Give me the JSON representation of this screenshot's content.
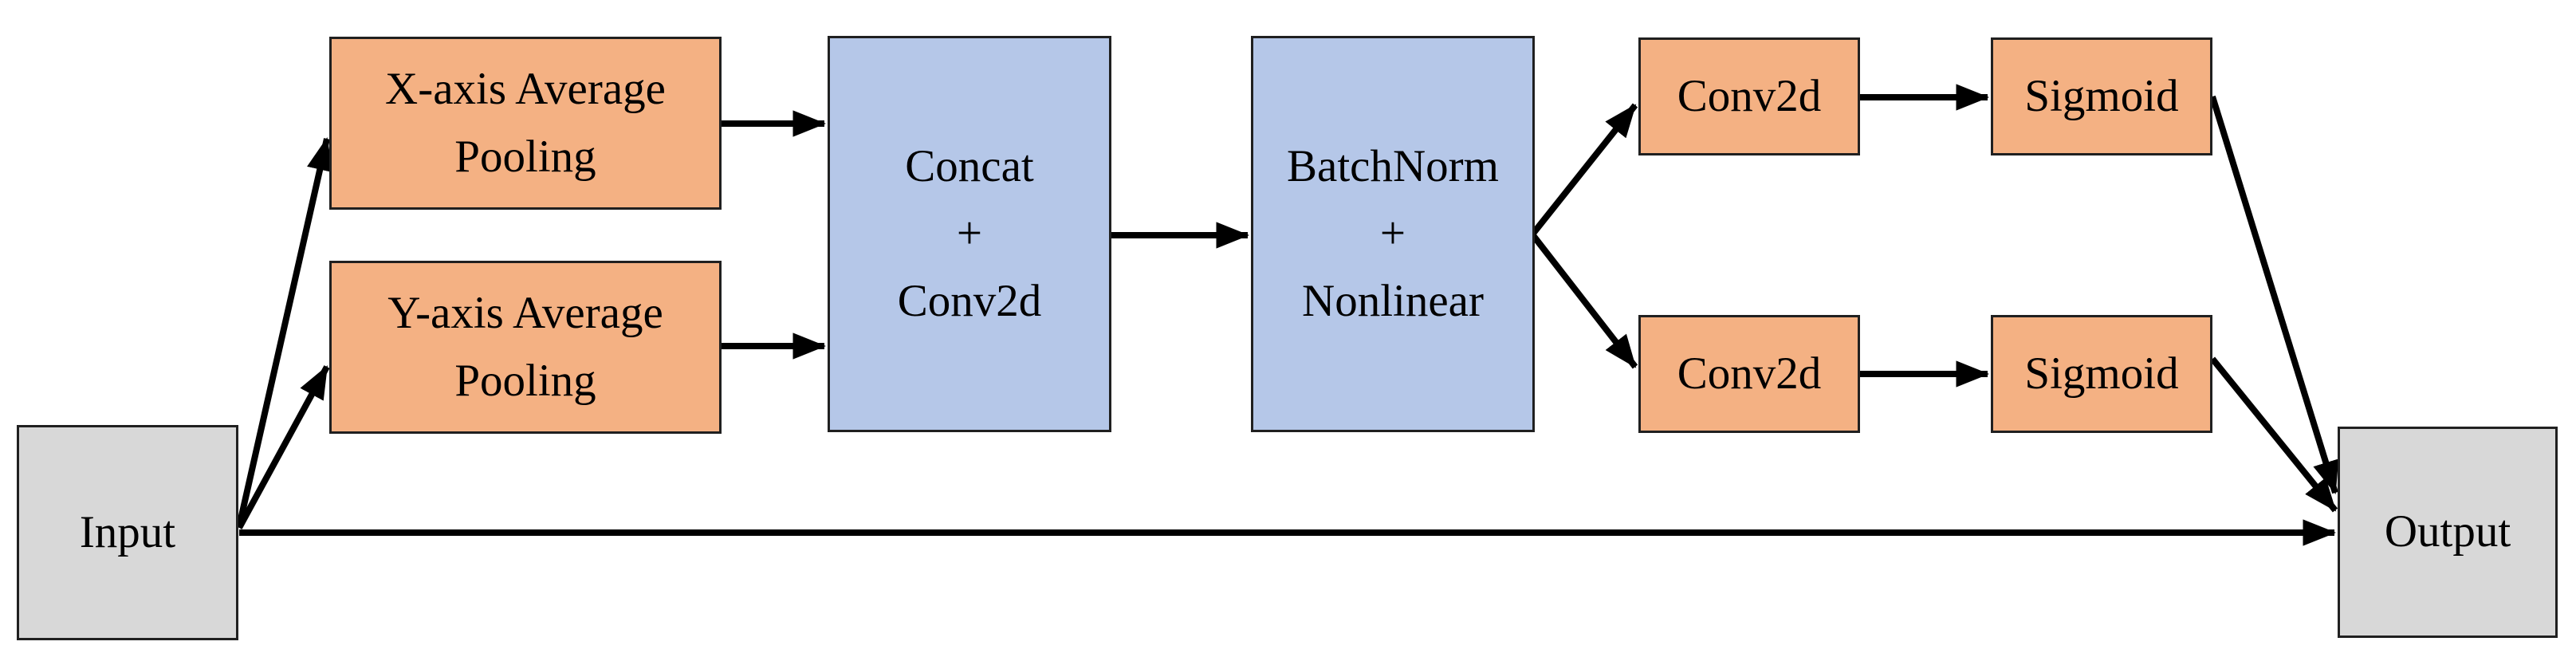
{
  "diagram": {
    "kind": "neural-network-block-diagram",
    "background": "#ffffff",
    "colors": {
      "node_gray": "#d8d8d8",
      "node_orange": "#f4b183",
      "node_blue": "#b5c7e8",
      "border": "#202020",
      "arrow": "#000000",
      "text": "#000000"
    },
    "nodes": {
      "input": {
        "label": "Input",
        "fill": "#d8d8d8"
      },
      "xpool": {
        "label": "X-axis Average\nPooling",
        "fill": "#f4b183"
      },
      "ypool": {
        "label": "Y-axis Average\nPooling",
        "fill": "#f4b183"
      },
      "concat": {
        "label": "Concat\n+\nConv2d",
        "fill": "#b5c7e8"
      },
      "batchnorm": {
        "label": "BatchNorm\n+\nNonlinear",
        "fill": "#b5c7e8"
      },
      "conv2d_top": {
        "label": "Conv2d",
        "fill": "#f4b183"
      },
      "sigmoid_top": {
        "label": "Sigmoid",
        "fill": "#f4b183"
      },
      "conv2d_bottom": {
        "label": "Conv2d",
        "fill": "#f4b183"
      },
      "sigmoid_bottom": {
        "label": "Sigmoid",
        "fill": "#f4b183"
      },
      "output": {
        "label": "Output",
        "fill": "#d8d8d8"
      }
    },
    "edges": [
      {
        "from": "input",
        "to": "xpool"
      },
      {
        "from": "input",
        "to": "ypool"
      },
      {
        "from": "input",
        "to": "output"
      },
      {
        "from": "xpool",
        "to": "concat"
      },
      {
        "from": "ypool",
        "to": "concat"
      },
      {
        "from": "concat",
        "to": "batchnorm"
      },
      {
        "from": "batchnorm",
        "to": "conv2d_top"
      },
      {
        "from": "batchnorm",
        "to": "conv2d_bottom"
      },
      {
        "from": "conv2d_top",
        "to": "sigmoid_top"
      },
      {
        "from": "conv2d_bottom",
        "to": "sigmoid_bottom"
      },
      {
        "from": "sigmoid_top",
        "to": "output"
      },
      {
        "from": "sigmoid_bottom",
        "to": "output"
      }
    ]
  }
}
